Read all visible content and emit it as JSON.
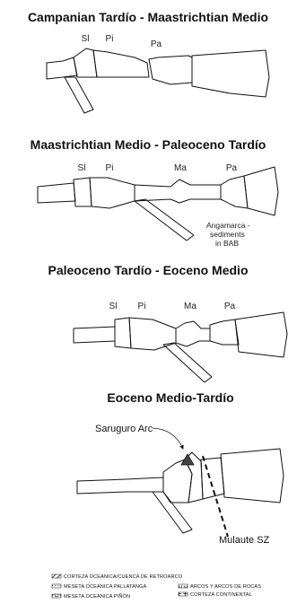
{
  "panels": [
    {
      "title": "Campanian Tardío - Maastrichtian Medio",
      "labels": {
        "sl": "Sl",
        "pi": "Pi",
        "pa": "Pa"
      }
    },
    {
      "title": "Maastrichtian Medio - Paleoceno Tardío",
      "labels": {
        "sl": "Sl",
        "pi": "Pi",
        "ma": "Ma",
        "pa": "Pa"
      },
      "note": [
        "Angamarca -",
        "sediments",
        "in BAB"
      ]
    },
    {
      "title": "Paleoceno Tardío - Eoceno Medio",
      "labels": {
        "sl": "Sl",
        "pi": "Pi",
        "ma": "Ma",
        "pa": "Pa"
      }
    },
    {
      "title": "Eoceno Medio-Tardío",
      "arc_label": "Saruguro Arc",
      "sz_label": "Mulaute SZ"
    }
  ],
  "legend": [
    "CORTEZA OCEÁNICA/CUENCA DE RETROARCO",
    "MESETA OCEÁNICA PALLATANGA",
    "MESETA OCEÁNICA PIÑÓN",
    "ARCOS Y ARCOS DE ROCAS",
    "CORTEZA CONTINENTAL"
  ]
}
